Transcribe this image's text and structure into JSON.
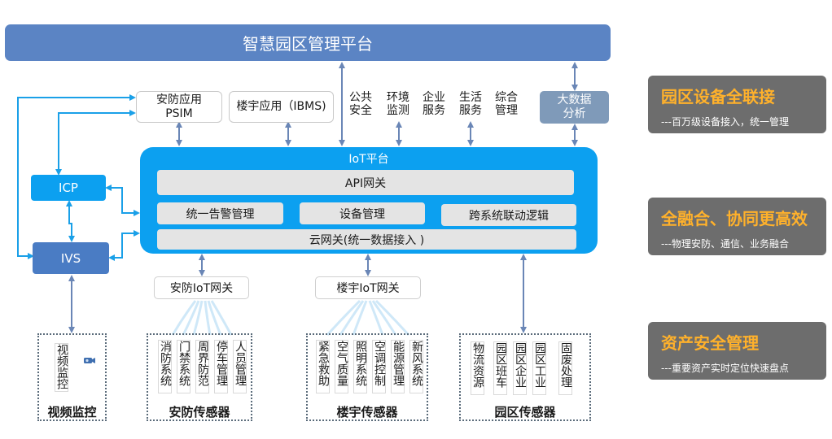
{
  "platform": {
    "title": "智慧园区管理平台"
  },
  "apps": {
    "psim": "安防应用\nPSIM",
    "ibms": "楼宇应用（IBMS)",
    "public_safety": "公共\n安全",
    "env_monitor": "环境\n监测",
    "enterprise": "企业\n服务",
    "life": "生活\n服务",
    "integrated": "综合\n管理",
    "bigdata": "大数据\n分析"
  },
  "iot": {
    "title": "IoT平台",
    "api": "API网关",
    "alarm": "统一告警管理",
    "device": "设备管理",
    "linkage": "跨系统联动逻辑",
    "cloud": "云网关(统一数据接入 )"
  },
  "side": {
    "icp": "ICP",
    "ivs": "IVS"
  },
  "gateways": {
    "security": "安防IoT网关",
    "building": "楼宇IoT网关"
  },
  "groups": {
    "video": {
      "label": "视频监控",
      "items": [
        "视频监控"
      ]
    },
    "security": {
      "label": "安防传感器",
      "items": [
        "消防系统",
        "门禁系统",
        "周界防范",
        "停车管理",
        "人员管理"
      ]
    },
    "building": {
      "label": "楼宇传感器",
      "items": [
        "紧急救助",
        "空气质量",
        "照明系统",
        "空调控制",
        "能源管理",
        "新风系统"
      ]
    },
    "park": {
      "label": "园区传感器",
      "items": [
        "物流资源",
        "园区班车",
        "园区企业",
        "园区工业",
        "固废处理"
      ]
    }
  },
  "features": [
    {
      "title": "园区设备全联接",
      "sub": "---百万级设备接入，统一管理"
    },
    {
      "title": "全融合、协同更高效",
      "sub": "---物理安防、通信、业务融合"
    },
    {
      "title": "资产安全管理",
      "sub": "---重要资产实时定位快速盘点"
    }
  ],
  "colors": {
    "platform": "#5b84c4",
    "iot": "#0ca0f0",
    "side_box": "#4a7cc4",
    "icp": "#0ca0f0",
    "feature_bg": "#6d6d6d",
    "feature_title": "#ffb12b",
    "arrow": "#6a86b6"
  }
}
